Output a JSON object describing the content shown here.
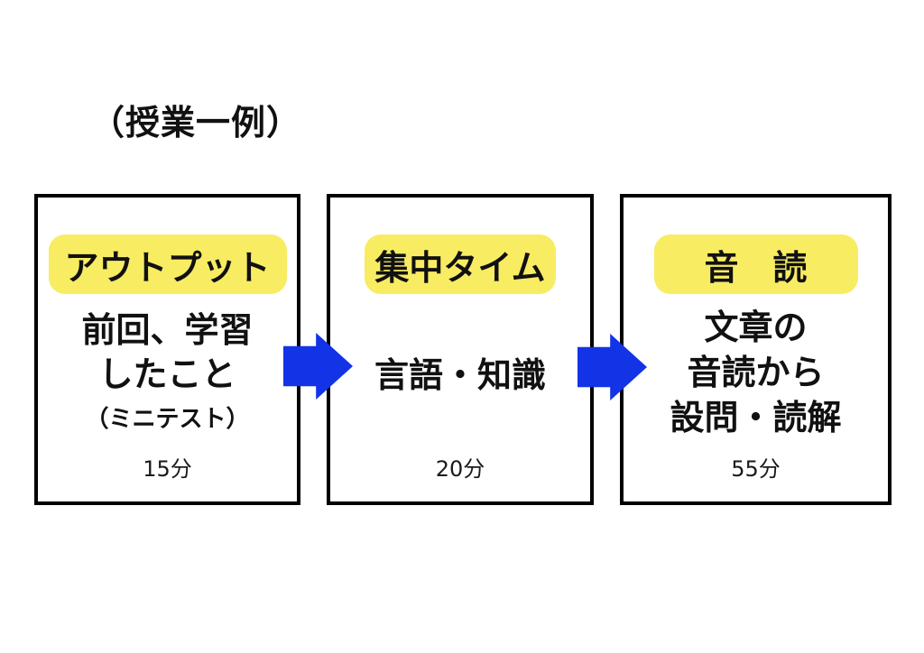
{
  "title": "（授業一例）",
  "colors": {
    "background": "#FFFFFF",
    "box_border": "#000000",
    "highlight_yellow": "#F8EC62",
    "arrow_blue": "#1233E6",
    "text": "#111111"
  },
  "boxes": [
    {
      "label": "アウトプット",
      "lines": [
        "前回、学習",
        "したこと"
      ],
      "note": "（ミニテスト）",
      "duration": "15分"
    },
    {
      "label": "集中タイム",
      "lines": [
        "言語・知識"
      ],
      "duration": "20分"
    },
    {
      "label": "音　読",
      "lines": [
        "文章の",
        "音読から",
        "設問・読解"
      ],
      "duration": "55分"
    }
  ],
  "arrows": [
    {
      "icon": "right-arrow",
      "from": "アウトプット",
      "to": "集中タイム"
    },
    {
      "icon": "right-arrow",
      "from": "集中タイム",
      "to": "音読"
    }
  ]
}
